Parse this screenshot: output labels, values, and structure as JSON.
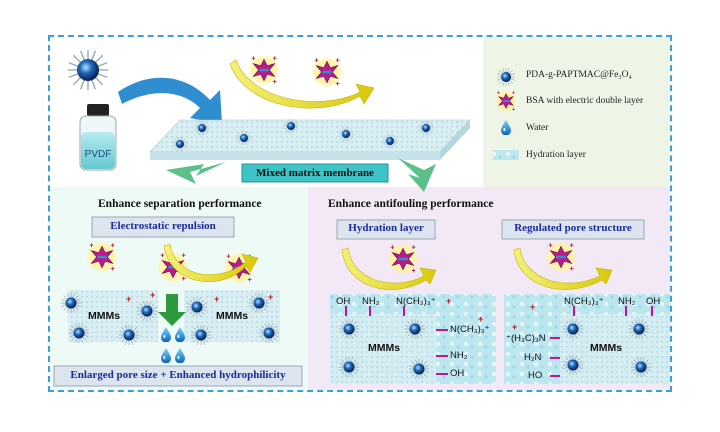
{
  "top": {
    "vial_label": "PVDF",
    "membrane_label": "Mixed matrix membrane"
  },
  "legend": {
    "items": [
      {
        "label": "PDA-g-PAPTMAC@Fe₃O₄"
      },
      {
        "label": "BSA with electric double layer"
      },
      {
        "label": "Water"
      },
      {
        "label": "Hydration layer"
      }
    ]
  },
  "separation": {
    "title": "Enhance separation performance",
    "mechanism": "Electrostatic repulsion",
    "mmm_left": "MMMs",
    "mmm_right": "MMMs",
    "footer": "Enlarged pore size + Enhanced hydrophilicity"
  },
  "antifouling": {
    "title": "Enhance antifouling performance",
    "hydration": {
      "label": "Hydration layer",
      "groups_top": [
        "OH",
        "NH₂",
        "N(CH₃)₃⁺"
      ],
      "groups_side": [
        "N(CH₃)₃⁺",
        "NH₂",
        "OH"
      ],
      "mmm": "MMMs"
    },
    "pore": {
      "label": "Regulated pore structure",
      "groups_top": [
        "N(CH₃)₃⁺",
        "NH₂",
        "OH"
      ],
      "groups_side": [
        "⁺(H₃C)₃N",
        "H₂N",
        "HO"
      ],
      "mmm": "MMMs"
    }
  },
  "colors": {
    "frame": "#3aa0d8",
    "accent_teal": "#3ec3c6",
    "arrow_blue": "#2f8ed0",
    "arrow_green": "#5cc08a",
    "bsa_magenta": "#c0188a",
    "label_blue": "#1a2a9c",
    "charge_red": "#b0182a"
  },
  "icons": [
    "nanoparticle-icon",
    "bsa-protein-icon",
    "water-drop-icon",
    "hydration-layer-icon",
    "curved-arrow-icon"
  ]
}
